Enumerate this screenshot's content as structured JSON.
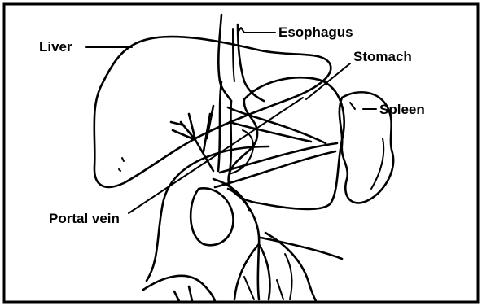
{
  "diagram": {
    "labels": {
      "liver": "Liver",
      "esophagus": "Esophagus",
      "stomach": "Stomach",
      "spleen": "Spleen",
      "portal_vein": "Portal vein"
    }
  }
}
